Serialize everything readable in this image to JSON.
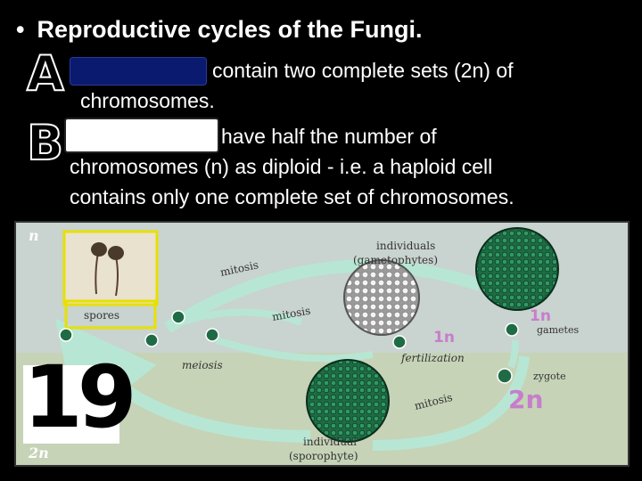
{
  "title": {
    "bullet": "•",
    "text": "Reproductive cycles of the Fungi."
  },
  "letters": {
    "a": "A",
    "b": "B"
  },
  "colors": {
    "redact_a": "#0a1a6e",
    "redact_b": "#ffffff",
    "background": "#000000"
  },
  "lines": {
    "a1": "contain two complete sets (2n) of",
    "a2": "chromosomes.",
    "b1": "have half the number of",
    "b2": "chromosomes (n) as diploid - i.e. a haploid cell",
    "b3": "contains only one complete set of chromosomes."
  },
  "diagram": {
    "corner_top": "n",
    "corner_bottom": "2n",
    "individuals_label_1": "individuals",
    "individuals_label_2": "(gametophytes)",
    "spores": "spores",
    "mitosis": "mitosis",
    "one_n": "1n",
    "gametes": "gametes",
    "meiosis": "meiosis",
    "fertilization": "fertilization",
    "zygote": "zygote",
    "two_n": "2n",
    "individual_label_1": "individual",
    "individual_label_2": "(sporophyte)"
  },
  "slide_number": "19"
}
